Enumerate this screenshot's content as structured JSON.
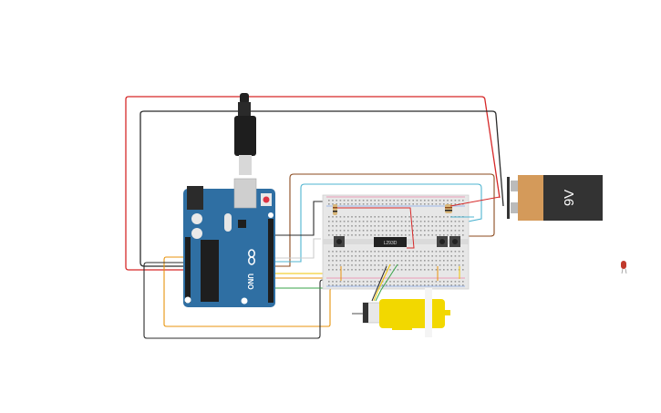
{
  "components": {
    "arduino": {
      "brand": "UNO",
      "logo": "infinity-logo",
      "color": "#2f6fa3"
    },
    "battery": {
      "label": "9V",
      "body_color": "#333333",
      "cap_color": "#d49a5a"
    },
    "chip": {
      "label": "L293D"
    },
    "motor": {
      "color": "#f2d800"
    },
    "led": {
      "color": "#c0392b"
    }
  },
  "wires": {
    "red": "#d62828",
    "black": "#2b2b2b",
    "brown": "#8b4a1e",
    "cyan": "#4fb4d0",
    "orange": "#e8930c",
    "yellow": "#f0c400",
    "green": "#3aa34a",
    "white": "#cccccc"
  }
}
